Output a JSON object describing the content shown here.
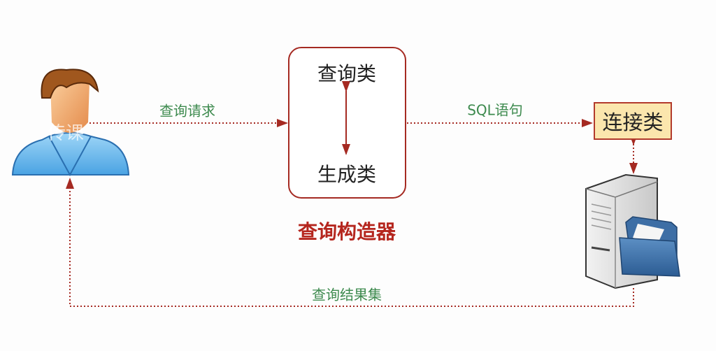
{
  "builder": {
    "title": "查询构造器",
    "query_class": "查询类",
    "generate_class": "生成类"
  },
  "connection_class": "连接类",
  "arrows": {
    "request": "查询请求",
    "sql": "SQL语句",
    "result": "查询结果集"
  },
  "watermark": "传课",
  "colors": {
    "arrow": "#a52a22",
    "label": "#3d8a4e",
    "title": "#b5261e",
    "conn_bg": "#fbe6ad"
  }
}
